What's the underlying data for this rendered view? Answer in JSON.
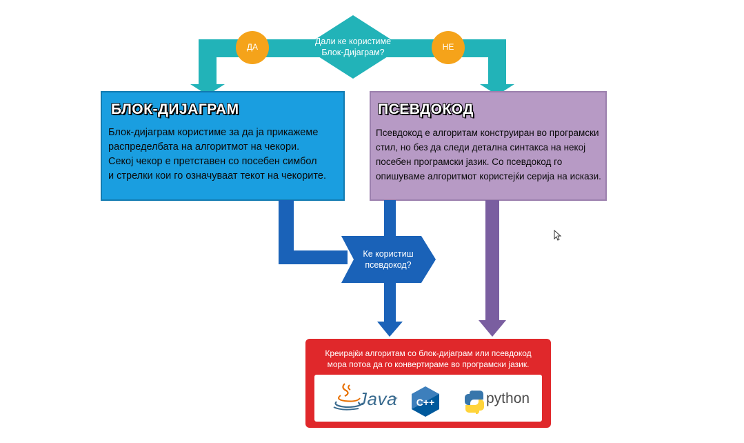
{
  "decision_top": {
    "line1": "Дали ке користиме",
    "line2": "Блок-Дијаграм?"
  },
  "yes_label": "ДА",
  "no_label": "НЕ",
  "flowchart_box": {
    "title": "БЛОК-ДИЈАГРАМ",
    "body": "Блок-дијаграм користиме за да ја прикажеме\nраспределбата на алгоритмот на чекори.\nСекој чекор е претставен со посебен симбол\n и стрелки кои го означуваат текот на чекорите."
  },
  "pseudocode_box": {
    "title": "ПСЕВДОКОД",
    "body": "Псевдокод е алгоритам конструиран во програмски\nстил, но без да следи детална синтакса на некој\n посебен програмски јазик. Со псевдокод го\nопишуваме алгоритмот користејќи серија на искази."
  },
  "decision_mid": {
    "line1": "Ке користиш",
    "line2": "псевдокод?"
  },
  "result_box": {
    "line1": "Креирајќи алгоритам со блок-дијаграм или псевдокод",
    "line2": "мора потоа да го конвертираме во програмски јазик."
  },
  "logos": {
    "java": "Java",
    "java_tm": "™",
    "cpp": "C++",
    "python": "python"
  },
  "colors": {
    "teal": "#22b3b8",
    "orange": "#f5a31a",
    "blue_box": "#1a9ee0",
    "purple_box": "#b79ac5",
    "blue_arrow": "#1a62b8",
    "purple_arrow": "#7a5ea0",
    "red_box": "#e0282b"
  }
}
